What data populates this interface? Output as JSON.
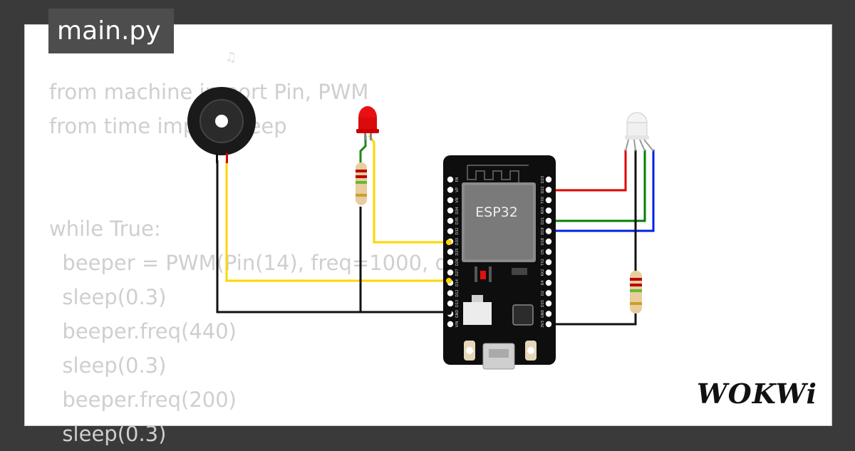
{
  "tab": {
    "title": "main.py"
  },
  "code": {
    "lines": [
      "from machine import Pin, PWM",
      "from time import sleep",
      "",
      "",
      "while True:",
      "  beeper = PWM(Pin(14), freq=1000, duty=512)",
      "  sleep(0.3)",
      "  beeper.freq(440)",
      "  sleep(0.3)",
      "  beeper.freq(200)",
      "  sleep(0.3)"
    ]
  },
  "board": {
    "chip_label": "ESP32",
    "left_pins": [
      "EN",
      "VP",
      "VN",
      "D34",
      "D35",
      "D32",
      "D33",
      "D25",
      "D26",
      "D27",
      "D14",
      "D12",
      "D13",
      "GND",
      "VIN"
    ],
    "right_pins": [
      "D23",
      "D22",
      "TX0",
      "RX0",
      "D21",
      "D19",
      "D18",
      "D5",
      "TX2",
      "RX2",
      "D4",
      "D2",
      "D15",
      "GND",
      "3V3"
    ]
  },
  "wire_colors": {
    "signal": "#ffd600",
    "ground": "#111111",
    "red": "#e00000",
    "green": "#008000",
    "blue": "#0020e0"
  },
  "brand": {
    "logo_text": "WOKWi"
  }
}
